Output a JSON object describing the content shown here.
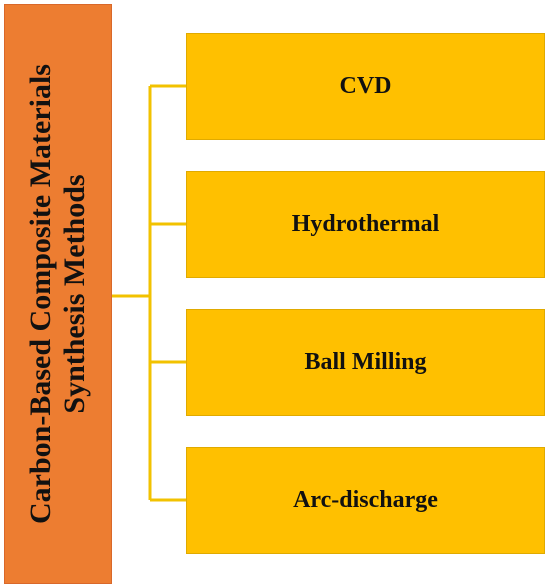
{
  "root": {
    "line1": "Carbon-Based Composite Materials",
    "line2": "Synthesis Methods"
  },
  "methods": [
    {
      "label": "CVD"
    },
    {
      "label": "Hydrothermal"
    },
    {
      "label": "Ball Milling"
    },
    {
      "label": "Arc-discharge"
    }
  ],
  "colors": {
    "root_fill": "#ED7D31",
    "child_fill": "#FFC000",
    "connector": "#F2C200"
  }
}
